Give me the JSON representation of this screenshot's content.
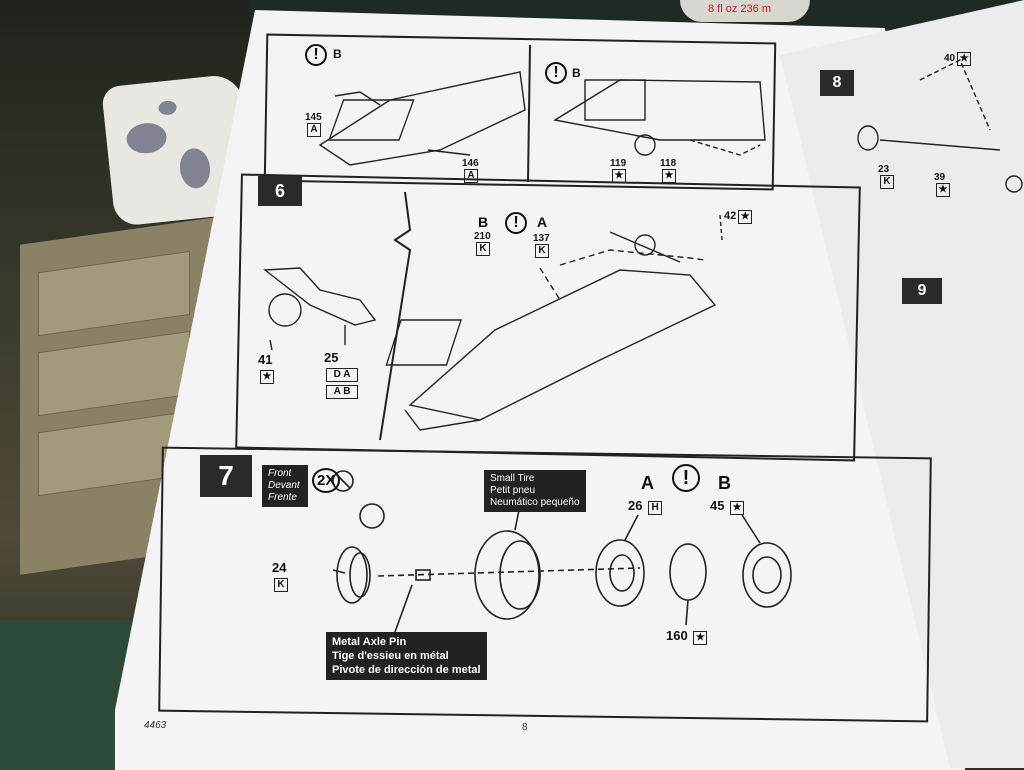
{
  "bottle": {
    "text": "8 fl oz 236 m"
  },
  "panel_top_left": {
    "warn": "!",
    "ref": "B",
    "parts": [
      {
        "num": "145",
        "code": "A"
      },
      {
        "num": "146",
        "code": "A"
      }
    ]
  },
  "panel_top_right": {
    "warn": "!",
    "ref": "B",
    "parts": [
      {
        "num": "119",
        "code": "★"
      },
      {
        "num": "118",
        "code": "★"
      }
    ]
  },
  "step6": {
    "number": "6",
    "refs": [
      "B",
      "!",
      "A"
    ],
    "parts": [
      {
        "num": "210",
        "code": "K"
      },
      {
        "num": "137",
        "code": "K"
      },
      {
        "num": "42",
        "code": "★"
      },
      {
        "num": "41",
        "code": "★"
      },
      {
        "num": "25",
        "code": "D A"
      },
      {
        "num": "",
        "code": "A B"
      }
    ]
  },
  "step7": {
    "number": "7",
    "front_labels": [
      "Front",
      "Devant",
      "Frente"
    ],
    "qty": "2X",
    "small_tire": [
      "Small Tire",
      "Petit pneu",
      "Neumático pequeño"
    ],
    "axle_pin": [
      "Metal Axle Pin",
      "Tige d'essieu en métal",
      "Pivote de dirección de metal"
    ],
    "refs": [
      "A",
      "!",
      "B"
    ],
    "parts": [
      {
        "num": "24",
        "code": "K"
      },
      {
        "num": "26",
        "code": "H"
      },
      {
        "num": "45",
        "code": "★"
      },
      {
        "num": "160",
        "code": "★"
      }
    ]
  },
  "right_page": {
    "step8": "8",
    "step9": "9",
    "parts": [
      {
        "num": "40",
        "code": "★"
      },
      {
        "num": "23",
        "code": "K"
      },
      {
        "num": "39",
        "code": "★"
      }
    ]
  },
  "footer": {
    "code": "4463",
    "page": "8"
  }
}
